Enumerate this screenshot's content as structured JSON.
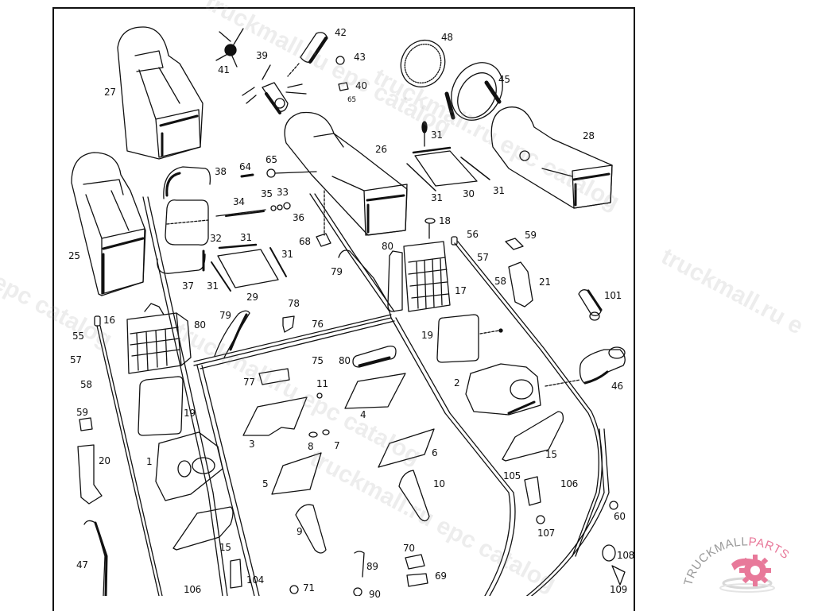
{
  "diagram": {
    "title": "Heater and ventilation assembly exploded view",
    "callouts": [
      {
        "id": "27",
        "label": "27"
      },
      {
        "id": "41",
        "label": "41"
      },
      {
        "id": "42",
        "label": "42"
      },
      {
        "id": "39",
        "label": "39"
      },
      {
        "id": "43",
        "label": "43"
      },
      {
        "id": "40",
        "label": "40"
      },
      {
        "id": "65a",
        "label": "65"
      },
      {
        "id": "48",
        "label": "48"
      },
      {
        "id": "45",
        "label": "45"
      },
      {
        "id": "28",
        "label": "28"
      },
      {
        "id": "26",
        "label": "26"
      },
      {
        "id": "31a",
        "label": "31"
      },
      {
        "id": "38",
        "label": "38"
      },
      {
        "id": "64",
        "label": "64"
      },
      {
        "id": "65b",
        "label": "65"
      },
      {
        "id": "34",
        "label": "34"
      },
      {
        "id": "35",
        "label": "35"
      },
      {
        "id": "33",
        "label": "33"
      },
      {
        "id": "36",
        "label": "36"
      },
      {
        "id": "31b",
        "label": "31"
      },
      {
        "id": "30",
        "label": "30"
      },
      {
        "id": "31c",
        "label": "31"
      },
      {
        "id": "25",
        "label": "25"
      },
      {
        "id": "32",
        "label": "32"
      },
      {
        "id": "31d",
        "label": "31"
      },
      {
        "id": "31e",
        "label": "31"
      },
      {
        "id": "68",
        "label": "68"
      },
      {
        "id": "18",
        "label": "18"
      },
      {
        "id": "56",
        "label": "56"
      },
      {
        "id": "59a",
        "label": "59"
      },
      {
        "id": "80a",
        "label": "80"
      },
      {
        "id": "57a",
        "label": "57"
      },
      {
        "id": "37",
        "label": "37"
      },
      {
        "id": "31f",
        "label": "31"
      },
      {
        "id": "29",
        "label": "29"
      },
      {
        "id": "79a",
        "label": "79"
      },
      {
        "id": "58a",
        "label": "58"
      },
      {
        "id": "21",
        "label": "21"
      },
      {
        "id": "17",
        "label": "17"
      },
      {
        "id": "101",
        "label": "101"
      },
      {
        "id": "78",
        "label": "78"
      },
      {
        "id": "16",
        "label": "16"
      },
      {
        "id": "80b",
        "label": "80"
      },
      {
        "id": "79b",
        "label": "79"
      },
      {
        "id": "76",
        "label": "76"
      },
      {
        "id": "55",
        "label": "55"
      },
      {
        "id": "19a",
        "label": "19"
      },
      {
        "id": "57b",
        "label": "57"
      },
      {
        "id": "75",
        "label": "75"
      },
      {
        "id": "80c",
        "label": "80"
      },
      {
        "id": "77",
        "label": "77"
      },
      {
        "id": "11",
        "label": "11"
      },
      {
        "id": "2",
        "label": "2"
      },
      {
        "id": "46",
        "label": "46"
      },
      {
        "id": "58b",
        "label": "58"
      },
      {
        "id": "4",
        "label": "4"
      },
      {
        "id": "19b",
        "label": "19"
      },
      {
        "id": "59b",
        "label": "59"
      },
      {
        "id": "3",
        "label": "3"
      },
      {
        "id": "8",
        "label": "8"
      },
      {
        "id": "7",
        "label": "7"
      },
      {
        "id": "6",
        "label": "6"
      },
      {
        "id": "15a",
        "label": "15"
      },
      {
        "id": "20",
        "label": "20"
      },
      {
        "id": "1",
        "label": "1"
      },
      {
        "id": "5",
        "label": "5"
      },
      {
        "id": "10",
        "label": "10"
      },
      {
        "id": "105",
        "label": "105"
      },
      {
        "id": "106a",
        "label": "106"
      },
      {
        "id": "60",
        "label": "60"
      },
      {
        "id": "9",
        "label": "9"
      },
      {
        "id": "15b",
        "label": "15"
      },
      {
        "id": "107",
        "label": "107"
      },
      {
        "id": "70",
        "label": "70"
      },
      {
        "id": "47",
        "label": "47"
      },
      {
        "id": "89",
        "label": "89"
      },
      {
        "id": "108",
        "label": "108"
      },
      {
        "id": "104",
        "label": "104"
      },
      {
        "id": "69",
        "label": "69"
      },
      {
        "id": "106b",
        "label": "106"
      },
      {
        "id": "71",
        "label": "71"
      },
      {
        "id": "90",
        "label": "90"
      },
      {
        "id": "109",
        "label": "109"
      }
    ]
  },
  "watermarks": [
    "truckmall.ru epc catalog",
    "truckmall.ru epc catalog",
    "truckmall.ru epc catalog",
    "truckmall.ru epc catalog",
    "truckmall.ru e",
    "l epc catalog"
  ],
  "logo": {
    "text_primary": "TRUCKMALL",
    "text_accent": "PARTS",
    "accent_color": "#e8799a",
    "primary_color": "#9a9a9a"
  }
}
